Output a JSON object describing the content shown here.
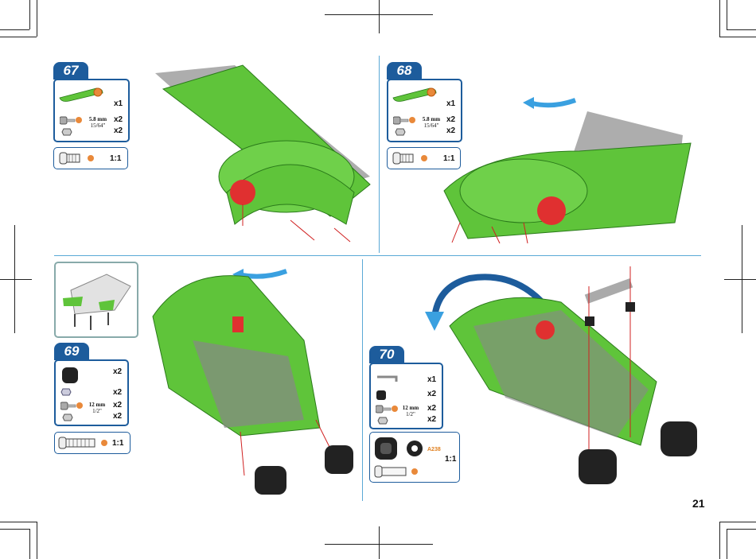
{
  "page": {
    "number": "21"
  },
  "steps": [
    {
      "id": "67",
      "parts": [
        "x1",
        "x2",
        "x2"
      ],
      "dim_mm": "5.8 mm",
      "dim_in": "15/64\"",
      "scale": "1:1"
    },
    {
      "id": "68",
      "parts": [
        "x1",
        "x2",
        "x2"
      ],
      "dim_mm": "5.8 mm",
      "dim_in": "15/64\"",
      "scale": "1:1"
    },
    {
      "id": "69",
      "parts": [
        "x2",
        "x2",
        "x2",
        "x2"
      ],
      "dim_mm": "12 mm",
      "dim_in": "1/2\"",
      "scale": "1:1"
    },
    {
      "id": "70",
      "parts": [
        "x1",
        "x2",
        "x2",
        "x2"
      ],
      "dim_mm": "12 mm",
      "dim_in": "1/2\"",
      "scale": "1:1",
      "part_code": "A238"
    }
  ],
  "colors": {
    "accent": "#1d5c9c",
    "part_green": "#5fc43a",
    "arrow_blue": "#3aa0e0",
    "red": "#e03030"
  }
}
